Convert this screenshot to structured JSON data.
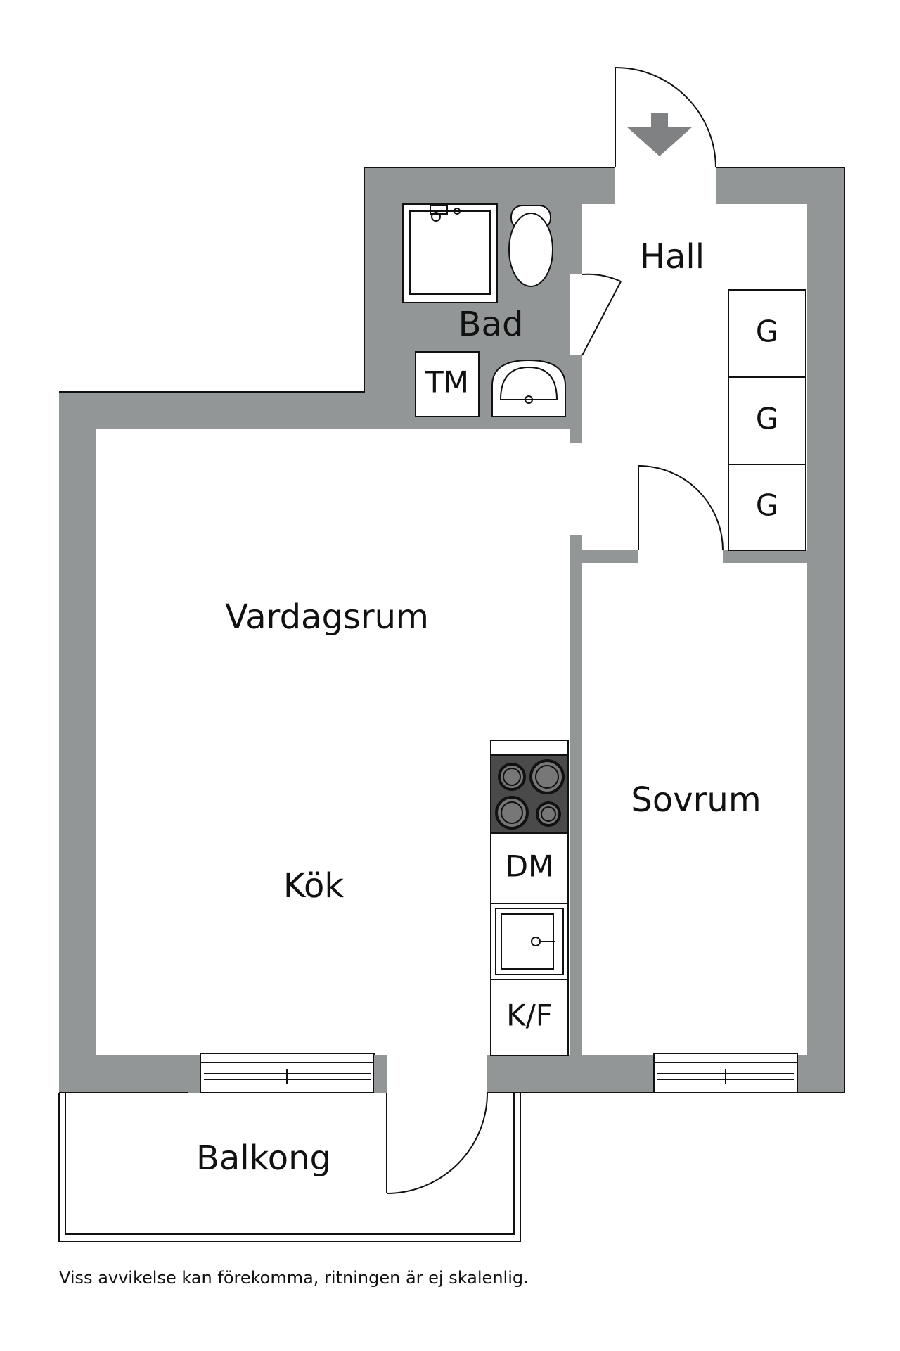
{
  "rooms": {
    "hall": "Hall",
    "bad": "Bad",
    "vardagsrum": "Vardagsrum",
    "kok": "Kök",
    "sovrum": "Sovrum",
    "balkong": "Balkong"
  },
  "fixtures": {
    "tm": "TM",
    "dm": "DM",
    "kf": "K/F",
    "wardrobes": [
      "G",
      "G",
      "G"
    ]
  },
  "note": "Viss avvikelse kan förekomma, ritningen är ej skalenlig.",
  "colors": {
    "wall": "#939697",
    "stove": "#4a4a4a",
    "line": "#111111",
    "background": "#ffffff"
  },
  "icons": {
    "entrance": "entrance-arrow-icon",
    "shower": "shower-icon",
    "toilet": "toilet-icon",
    "washbasin": "washbasin-icon",
    "stove": "stove-icon",
    "sink": "sink-icon"
  }
}
